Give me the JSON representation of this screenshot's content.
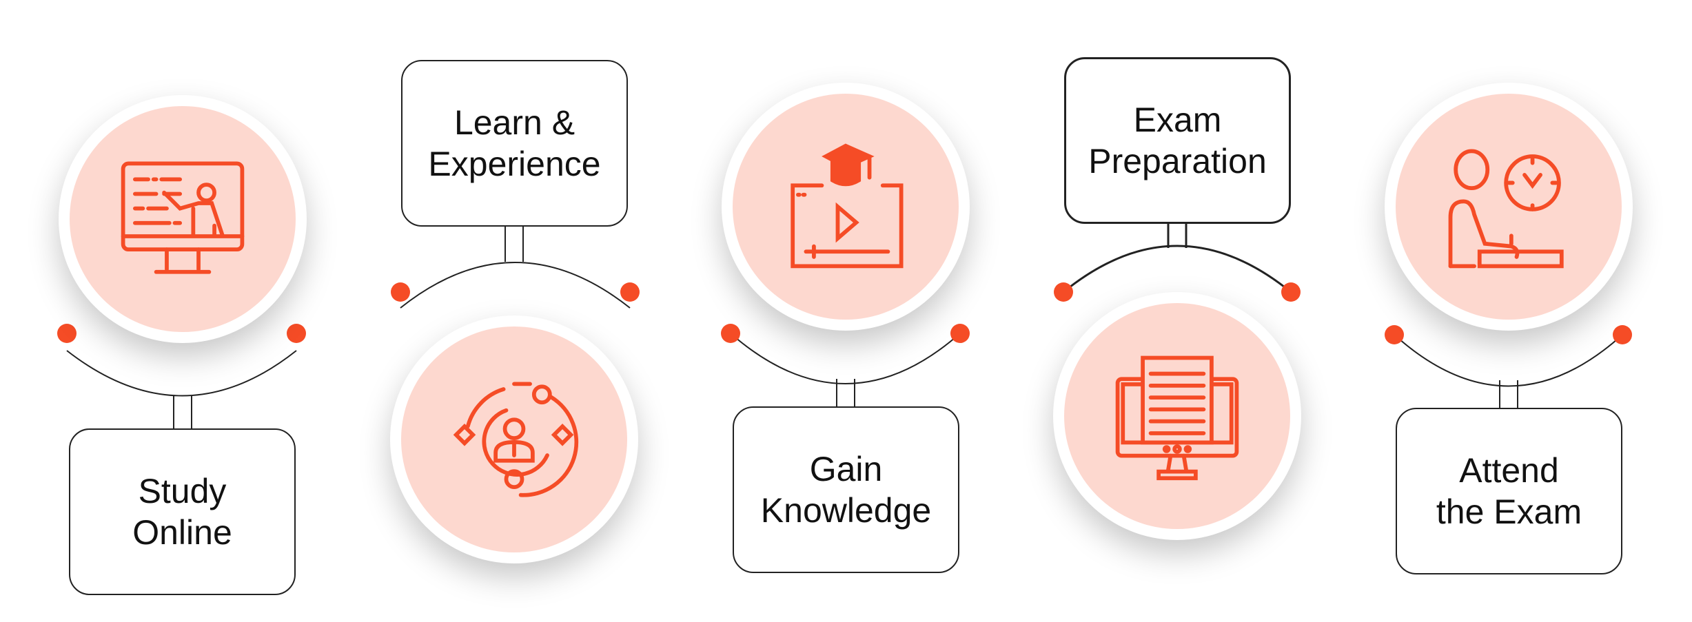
{
  "colors": {
    "accent": "#F54C26",
    "circle_fill": "#FDD8CF",
    "line": "#222222"
  },
  "steps": [
    {
      "line1": "Study",
      "line2": "Online",
      "icon": "online-teaching-monitor-icon"
    },
    {
      "line1": "Learn &",
      "line2": "Experience",
      "icon": "people-network-icon"
    },
    {
      "line1": "Gain",
      "line2": "Knowledge",
      "icon": "graduation-video-icon"
    },
    {
      "line1": "Exam",
      "line2": "Preparation",
      "icon": "computer-document-icon"
    },
    {
      "line1": "Attend",
      "line2": "the Exam",
      "icon": "student-clock-desk-icon"
    }
  ]
}
